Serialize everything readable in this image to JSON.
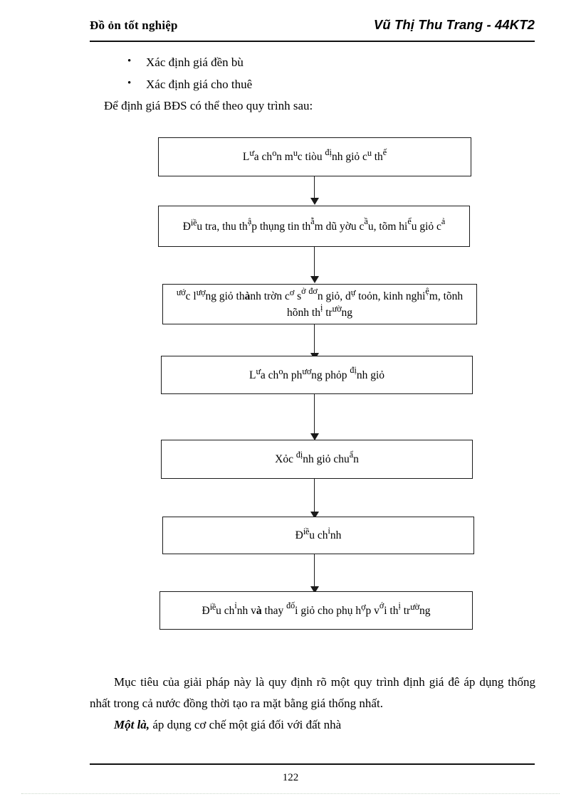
{
  "header": {
    "left_title": "Đồ ỏn tốt nghiệp",
    "right_title": "Vũ Thị Thu Trang - 44KT2"
  },
  "bullets": [
    {
      "text": "Xác định giá đền bù"
    },
    {
      "text": "Xác định giá cho thuê"
    }
  ],
  "intro": "Để định giá BĐS có thể theo quy trình sau:",
  "flowchart": {
    "type": "vertical-process-flow",
    "box_count": 7,
    "boxes": [
      {
        "id": "box-1",
        "text_plain": "Lựa chọn mục tiêu định giá cụ thể"
      },
      {
        "id": "box-2",
        "text_plain": "Điều tra, thu thập thụng tin thẵm dũ yờu cầu, tỡm hiểu giỏ cả"
      },
      {
        "id": "box-3",
        "text_plain": "ước lượng giỏ thành trờn cơ sở đơn giỏ, dự toỏn, kinh nghiệm, tỡnh hỡnh thị trường"
      },
      {
        "id": "box-4",
        "text_plain": "Lựa chọn phương phỏp định giỏ"
      },
      {
        "id": "box-5",
        "text_plain": "Xỏc định giỏ chuẩn"
      },
      {
        "id": "box-6",
        "text_plain": "Điều chỉnh"
      },
      {
        "id": "box-7",
        "text_plain": "Điều chỉnh và thay đổi giỏ cho phự hợp với thị trường"
      }
    ],
    "connector_count": 6,
    "arrow_direction": "down"
  },
  "body": {
    "paragraph_1": "Mục tiêu của giải pháp này là quy định rõ một quy trình định giá đê áp dụng thống nhất trong cả nước đồng thời tạo ra mặt bằng giá thống nhất.",
    "paragraph_2_lead": "Một là,",
    "paragraph_2_rest": " áp dụng cơ chế một giá đối với đất nhà"
  },
  "footer": {
    "page_number": "122"
  },
  "colors": {
    "text": "#000000",
    "rule": "#111111",
    "box_border": "#1a1a1a",
    "page_background": "#ffffff"
  }
}
